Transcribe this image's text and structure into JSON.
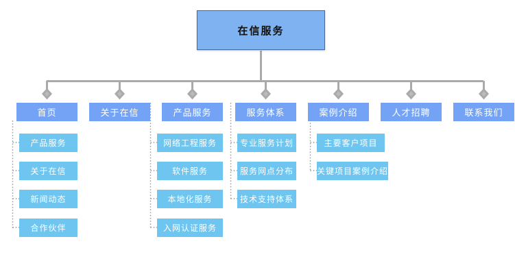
{
  "diagram": {
    "title": "在信服务",
    "type": "sitemap-tree",
    "colors": {
      "root_fill": "#7FB2F0",
      "root_border": "#3E6DA8",
      "level2_fill": "#74A3F5",
      "level3_fill": "#6DC5F0",
      "connector": "#AAAAAA",
      "dotted_connector": "#9A9A9A",
      "background": "#FFFFFF"
    },
    "root": {
      "label": "在信服务"
    },
    "branches": [
      {
        "label": "首页",
        "children": [
          {
            "label": "产品服务"
          },
          {
            "label": "关于在信"
          },
          {
            "label": "新闻动态"
          },
          {
            "label": "合作伙伴"
          }
        ]
      },
      {
        "label": "关于在信",
        "children": []
      },
      {
        "label": "产品服务",
        "children": [
          {
            "label": "网络工程服务"
          },
          {
            "label": "软件服务"
          },
          {
            "label": "本地化服务"
          },
          {
            "label": "入网认证服务"
          }
        ]
      },
      {
        "label": "服务体系",
        "children": [
          {
            "label": "专业服务计划"
          },
          {
            "label": "服务网点分布"
          },
          {
            "label": "技术支持体系"
          }
        ]
      },
      {
        "label": "案例介绍",
        "children": [
          {
            "label": "主要客户项目"
          },
          {
            "label": "关键项目案例介绍"
          }
        ]
      },
      {
        "label": "人才招聘",
        "children": []
      },
      {
        "label": "联系我们",
        "children": []
      }
    ]
  }
}
